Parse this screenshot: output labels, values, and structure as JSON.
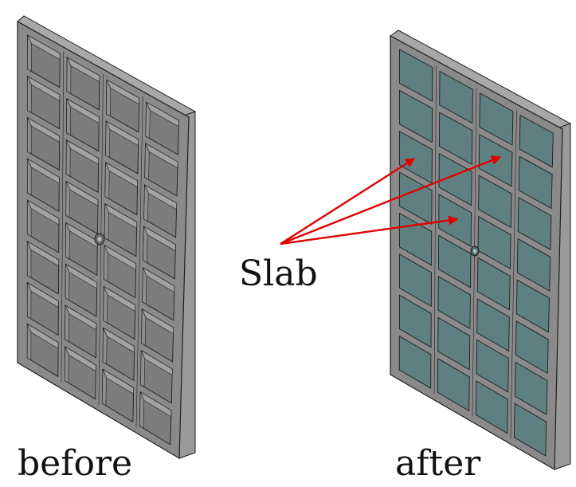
{
  "labels": {
    "before": "before",
    "after": "after",
    "slab": "Slab"
  },
  "panels": {
    "before": {
      "rows": 8,
      "cols": 4,
      "state": "open ribs, no slabs"
    },
    "after": {
      "rows": 8,
      "cols": 4,
      "state": "cells covered by slabs"
    }
  },
  "colors": {
    "frame_front": "#8a8a8a",
    "frame_side": "#9a9a9a",
    "frame_top": "#a8a8a8",
    "cell_open": "#7d7d7d",
    "rib": "#9d9d9d",
    "slab": "#5f8080",
    "outline": "#1e1e1e",
    "arrow": "#e00000"
  }
}
